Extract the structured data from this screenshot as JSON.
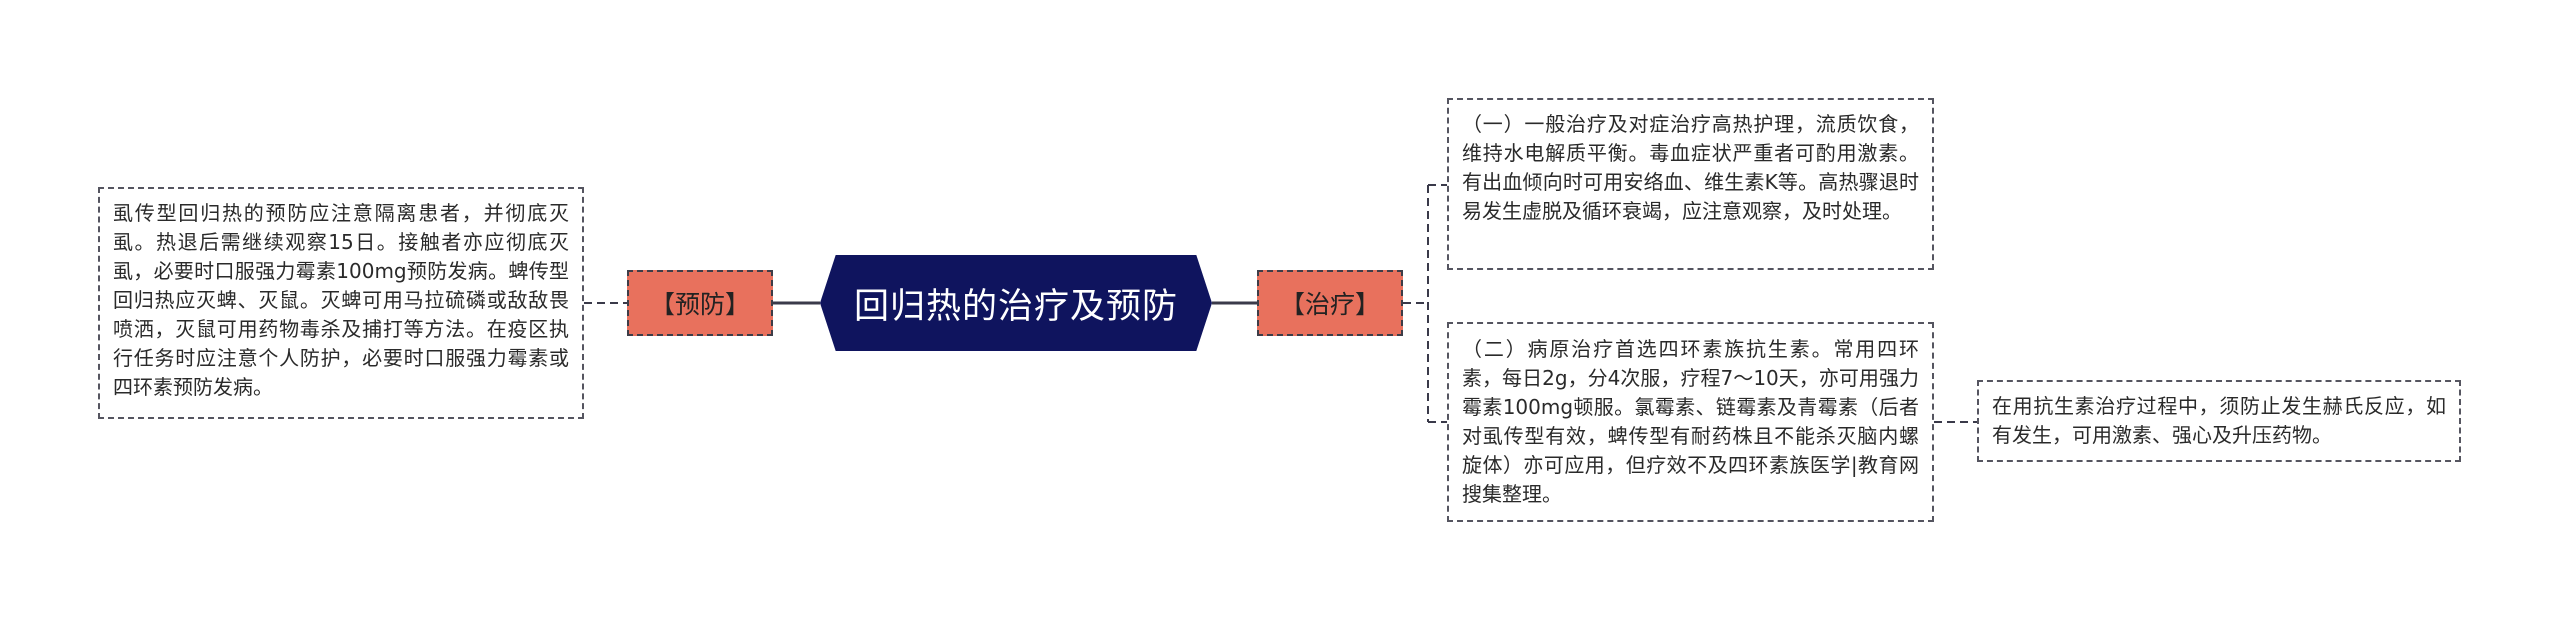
{
  "center": {
    "title": "回归热的治疗及预防"
  },
  "branches": {
    "prevention": {
      "label": "【预防】",
      "text": "虱传型回归热的预防应注意隔离患者，并彻底灭虱。热退后需继续观察15日。接触者亦应彻底灭虱，必要时口服强力霉素100mg预防发病。蜱传型回归热应灭蜱、灭鼠。灭蜱可用马拉硫磷或敌敌畏喷洒，灭鼠可用药物毒杀及捕打等方法。在疫区执行任务时应注意个人防护，必要时口服强力霉素或四环素预防发病。"
    },
    "treatment": {
      "label": "【治疗】",
      "items": [
        {
          "text": "（一）一般治疗及对症治疗高热护理，流质饮食，维持水电解质平衡。毒血症状严重者可酌用激素。有出血倾向时可用安络血、维生素K等。高热骤退时易发生虚脱及循环衰竭，应注意观察，及时处理。"
        },
        {
          "text": "（二）病原治疗首选四环素族抗生素。常用四环素，每日2g，分4次服，疗程7～10天，亦可用强力霉素100mg顿服。氯霉素、链霉素及青霉素（后者对虱传型有效，蜱传型有耐药株且不能杀灭脑内螺旋体）亦可应用，但疗效不及四环素族医学|教育网搜集整理。"
        }
      ],
      "note": "在用抗生素治疗过程中，须防止发生赫氏反应，如有发生，可用激素、强心及升压药物。"
    }
  },
  "colors": {
    "center_bg": "#0f145e",
    "tag_bg": "#e8715d",
    "connector": "#3a3a4a",
    "background": "#ffffff"
  }
}
